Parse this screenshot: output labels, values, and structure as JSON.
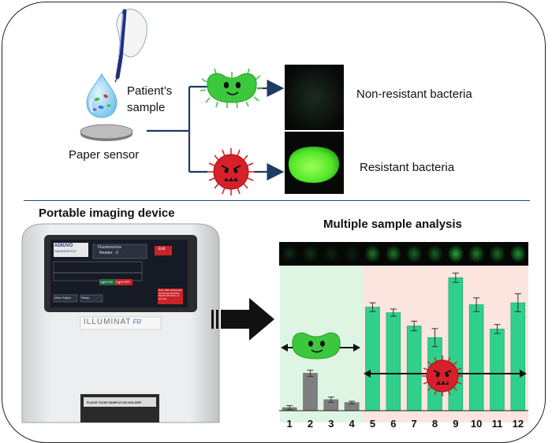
{
  "top": {
    "patient_label_1": "Patient’s",
    "patient_label_2": "sample",
    "paper_label": "Paper sensor",
    "non_resistant_label": "Non-resistant bacteria",
    "resistant_label": "Resistant bacteria"
  },
  "bottom": {
    "device_title": "Portable imaging device",
    "analysis_title": "Multiple sample analysis"
  },
  "device": {
    "brand": "ADIUVO",
    "brand_sub": "DIAGNOSTICS",
    "screen_title_1": "Fluorescence",
    "screen_title_2": "Reader - 3",
    "exit_label": "Exit",
    "light_on": "Light ON",
    "light_off": "Light OFF",
    "view_graph": "View Graph",
    "setup": "Setup",
    "note": "Note: After putting box for 30 seconds then, Switch off button on left side",
    "logo": "ILLUMINAT",
    "logo_suffix": "FR",
    "holder_label": "PLACE YOUR SAMPLE ON HOLDER"
  },
  "colors": {
    "bar_green": "#2ed08c",
    "bar_gray": "#7f7f7f",
    "panel_green": "#dff5e3",
    "panel_pink": "#fbe5de",
    "arrow_navy": "#1f3b63",
    "bacteria_green": "#3cc83c",
    "bacteria_red": "#d8202a"
  },
  "icons": [
    "dropper-hand-icon",
    "sample-drop-icon",
    "paper-disc-icon",
    "green-bacteria-icon",
    "red-bacteria-icon",
    "big-arrow-icon"
  ],
  "chart_data": {
    "type": "bar",
    "categories": [
      "1",
      "2",
      "3",
      "4",
      "5",
      "6",
      "7",
      "8",
      "9",
      "10",
      "11",
      "12"
    ],
    "values": [
      2.1,
      25.8,
      7.6,
      5.6,
      71.4,
      67.6,
      58.4,
      50.4,
      91.7,
      73.1,
      56.3,
      74.4
    ],
    "errors": [
      1.4,
      2.1,
      1.8,
      0.9,
      3.0,
      2.5,
      3.3,
      6.2,
      3.2,
      4.7,
      3.1,
      6.2
    ],
    "ylim": [
      0,
      100
    ],
    "bar_colors": [
      "gray",
      "gray",
      "gray",
      "gray",
      "green",
      "green",
      "green",
      "green",
      "green",
      "green",
      "green",
      "green"
    ],
    "regions": [
      {
        "from": "1",
        "to": "4",
        "fill": "#dff5e3"
      },
      {
        "from": "5",
        "to": "12",
        "fill": "#fbe5de"
      }
    ],
    "strip_intensity": [
      0.18,
      0.22,
      0.14,
      0.12,
      0.55,
      0.55,
      0.48,
      0.45,
      0.8,
      0.6,
      0.5,
      0.7
    ]
  }
}
